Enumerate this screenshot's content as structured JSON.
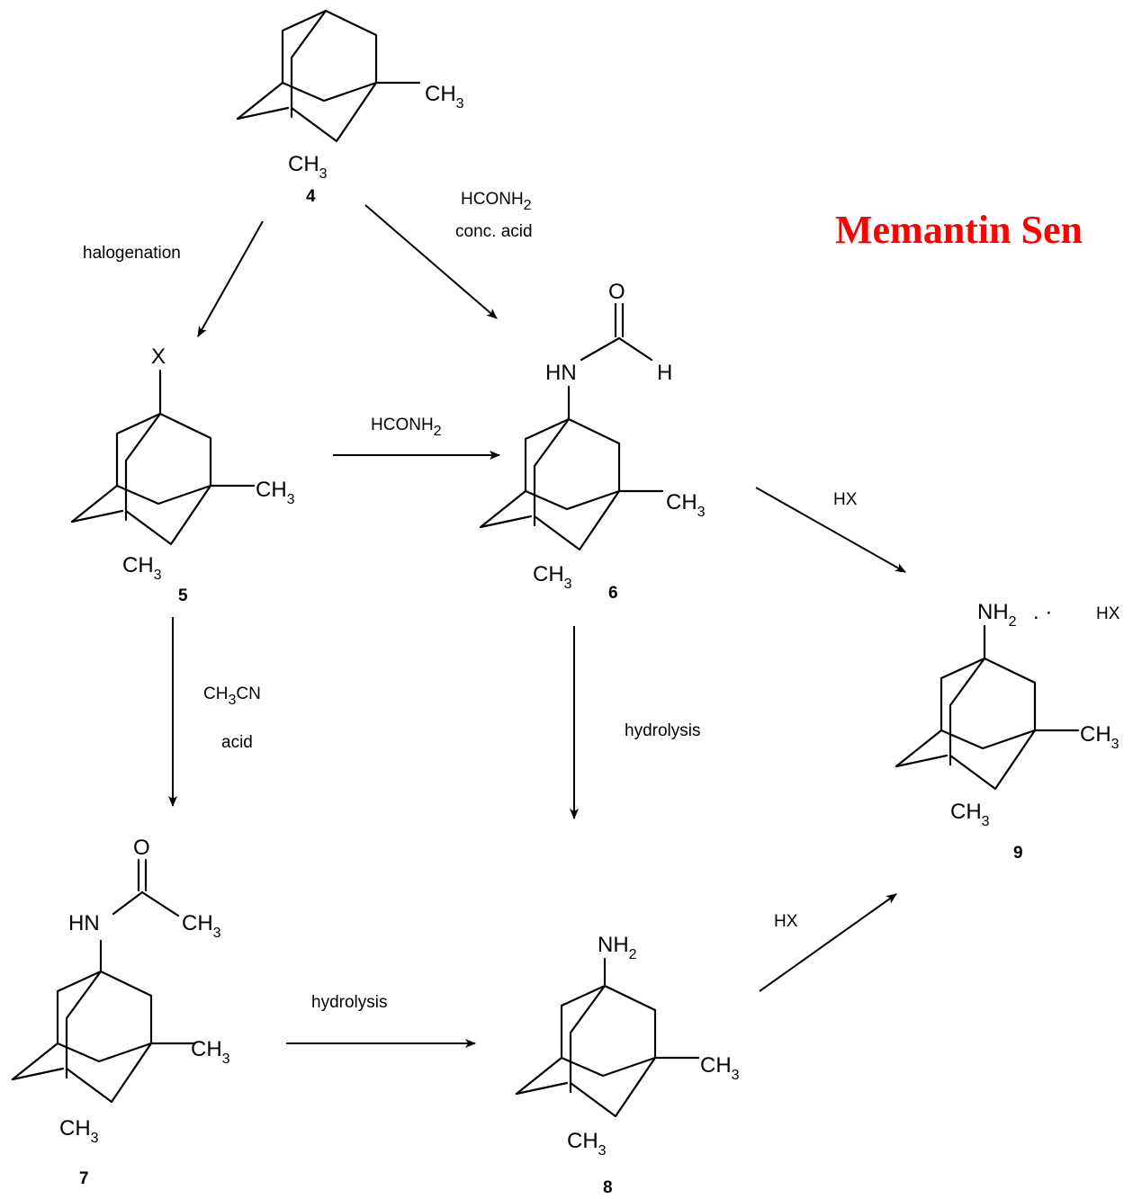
{
  "title": "Memantin Sen",
  "title_color": "#ff0000",
  "compound_labels": {
    "c4": "4",
    "c5": "5",
    "c6": "6",
    "c7": "7",
    "c8": "8",
    "c9": "9"
  },
  "atoms": {
    "ch3_main": "CH",
    "ch3_sub": "3",
    "x": "X",
    "o": "O",
    "h": "H",
    "hn": "HN",
    "nh_main": "NH",
    "nh_sub": "2",
    "salt_dots": ". ·",
    "hx": "HX"
  },
  "reagents": {
    "halogenation": "halogenation",
    "hconh2_main": "HCONH",
    "hconh2_sub": "2",
    "conc_acid": "conc. acid",
    "ch3cn_a": "CH",
    "ch3cn_sub": "3",
    "ch3cn_b": "CN",
    "acid": "acid",
    "hydrolysis": "hydrolysis",
    "hx": "HX"
  }
}
